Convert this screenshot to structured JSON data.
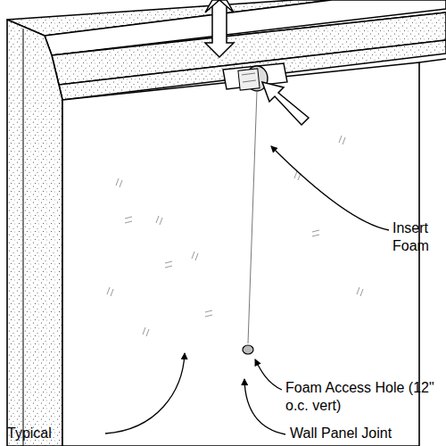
{
  "diagram": {
    "labels": [
      "Insert Foam",
      "Foam Access Hole (12\" o.c. vert)",
      "Wall Panel Joint",
      "Typical"
    ]
  }
}
